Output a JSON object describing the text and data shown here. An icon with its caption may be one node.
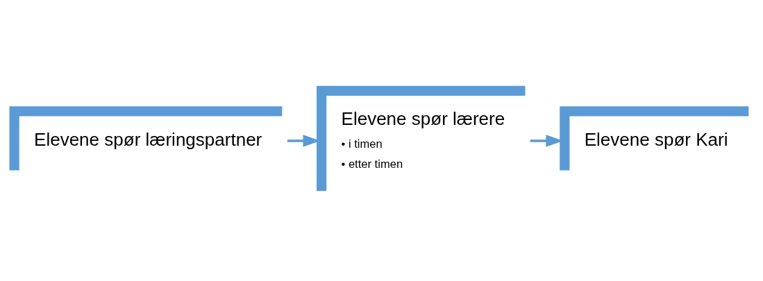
{
  "diagram": {
    "nodes": [
      {
        "text": [
          "Elevene spør læringspartner"
        ]
      },
      {
        "text": [
          "Elevene spør lærere",
          "• i timen",
          "• etter timen"
        ]
      },
      {
        "text": [
          "Elevene spør Kari"
        ]
      }
    ],
    "edges": [
      {
        "from": 0,
        "to": 1,
        "arrow": "to"
      },
      {
        "from": 1,
        "to": 2,
        "arrow": "to"
      }
    ]
  }
}
